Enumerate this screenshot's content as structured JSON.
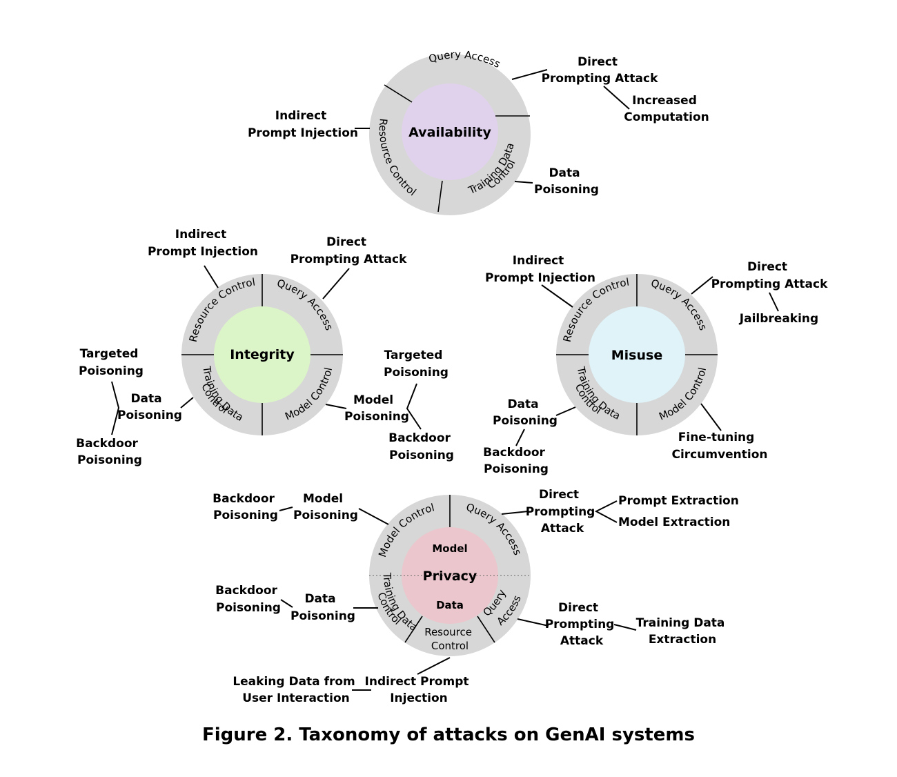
{
  "caption": "Figure 2.  Taxonomy of attacks on GenAI systems",
  "colors": {
    "ring": "#d7d7d7",
    "availability": "#e0d2ec",
    "integrity": "#dcf5c8",
    "misuse": "#dff3f9",
    "privacy": "#ebc6cc"
  },
  "availability": {
    "title": "Availability",
    "ring_labels": {
      "query_access": "Query Access",
      "resource_control": "Resource Control",
      "training_data_control": [
        "Training Data",
        "Control"
      ]
    },
    "attacks": {
      "direct_prompting": [
        "Direct",
        "Prompting Attack"
      ],
      "increased_computation": [
        "Increased",
        "Computation"
      ],
      "indirect_prompt_injection": [
        "Indirect",
        "Prompt Injection"
      ],
      "data_poisoning": [
        "Data",
        "Poisoning"
      ]
    }
  },
  "integrity": {
    "title": "Integrity",
    "ring_labels": {
      "resource_control": "Resource Control",
      "query_access": "Query Access",
      "training_data_control": [
        "Training Data",
        "Control"
      ],
      "model_control": "Model Control"
    },
    "attacks": {
      "indirect_prompt_injection": [
        "Indirect",
        "Prompt Injection"
      ],
      "direct_prompting": [
        "Direct",
        "Prompting Attack"
      ],
      "targeted_poisoning_left": [
        "Targeted",
        "Poisoning"
      ],
      "data_poisoning": [
        "Data",
        "Poisoning"
      ],
      "backdoor_poisoning_left": [
        "Backdoor",
        "Poisoning"
      ],
      "targeted_poisoning_right": [
        "Targeted",
        "Poisoning"
      ],
      "model_poisoning": [
        "Model",
        "Poisoning"
      ],
      "backdoor_poisoning_right": [
        "Backdoor",
        "Poisoning"
      ]
    }
  },
  "misuse": {
    "title": "Misuse",
    "ring_labels": {
      "resource_control": "Resource Control",
      "query_access": "Query Access",
      "training_data_control": [
        "Training Data",
        "Control"
      ],
      "model_control": "Model Control"
    },
    "attacks": {
      "indirect_prompt_injection": [
        "Indirect",
        "Prompt Injection"
      ],
      "direct_prompting": [
        "Direct",
        "Prompting Attack"
      ],
      "jailbreaking": "Jailbreaking",
      "data_poisoning": [
        "Data",
        "Poisoning"
      ],
      "backdoor_poisoning": [
        "Backdoor",
        "Poisoning"
      ],
      "finetuning_circumvention": [
        "Fine-tuning",
        "Circumvention"
      ]
    }
  },
  "privacy": {
    "title": "Privacy",
    "sub_top": "Model",
    "sub_bottom": "Data",
    "ring_labels": {
      "model_control": "Model Control",
      "query_access_top": "Query Access",
      "training_data_control": [
        "Training Data",
        "Control"
      ],
      "query_access_bottom": [
        "Query",
        "Access"
      ],
      "resource_control": [
        "Resource",
        "Control"
      ]
    },
    "attacks": {
      "backdoor_poisoning_top": [
        "Backdoor",
        "Poisoning"
      ],
      "model_poisoning": [
        "Model",
        "Poisoning"
      ],
      "direct_prompting_top": [
        "Direct",
        "Prompting",
        "Attack"
      ],
      "prompt_extraction": "Prompt Extraction",
      "model_extraction": "Model Extraction",
      "backdoor_poisoning_bottom": [
        "Backdoor",
        "Poisoning"
      ],
      "data_poisoning": [
        "Data",
        "Poisoning"
      ],
      "direct_prompting_bottom": [
        "Direct",
        "Prompting",
        "Attack"
      ],
      "training_data_extraction": [
        "Training Data",
        "Extraction"
      ],
      "leaking_data": [
        "Leaking Data from",
        "User Interaction"
      ],
      "indirect_prompt_injection": [
        "Indirect Prompt",
        "Injection"
      ]
    }
  }
}
